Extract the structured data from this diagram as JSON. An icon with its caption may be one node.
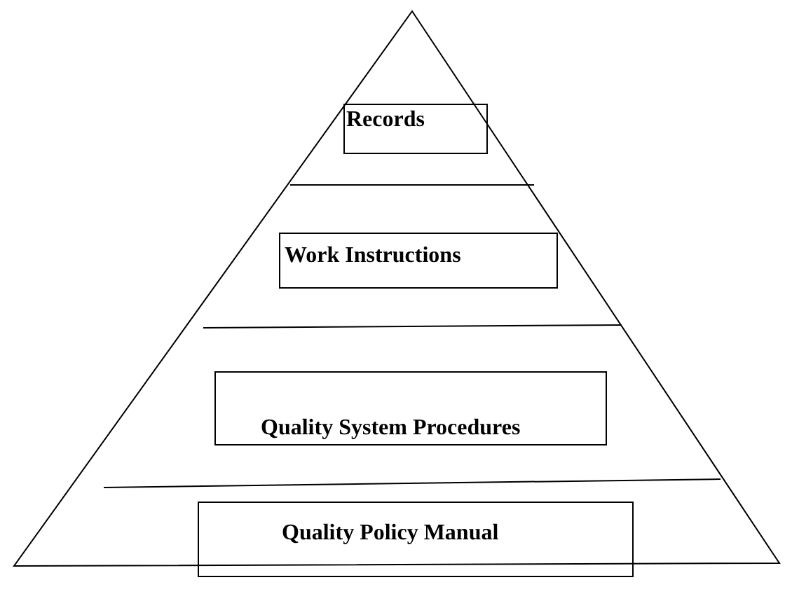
{
  "diagram": {
    "nodes": [
      {
        "text": [
          "Records"
        ]
      },
      {
        "text": [
          "Work Instructions"
        ]
      },
      {
        "text": [
          "Quality System Procedures"
        ]
      },
      {
        "text": [
          "Quality Policy Manual"
        ]
      }
    ]
  }
}
